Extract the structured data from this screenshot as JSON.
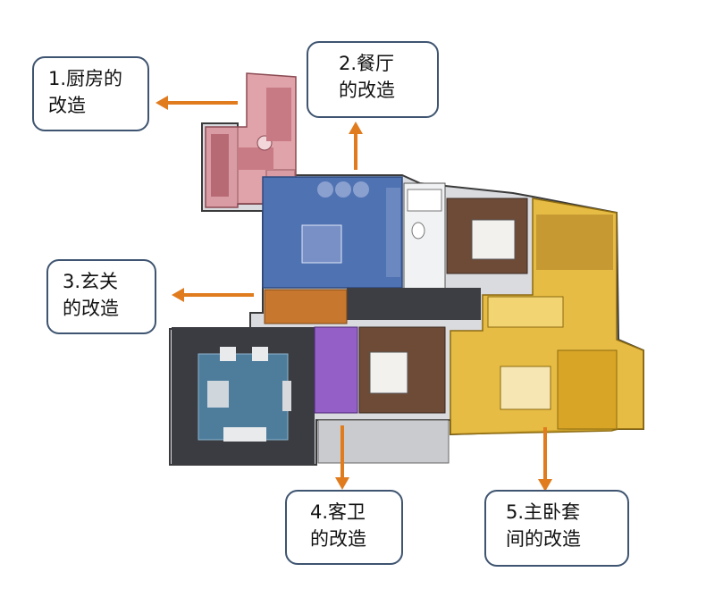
{
  "callouts": [
    {
      "id": "kitchen",
      "line1": "1.厨房的",
      "line2": "改造"
    },
    {
      "id": "dining",
      "line1": "2.餐厅",
      "line2": "的改造"
    },
    {
      "id": "entrance",
      "line1": "3.玄关",
      "line2": "的改造"
    },
    {
      "id": "guest-bath",
      "line1": "4.客卫",
      "line2": "的改造"
    },
    {
      "id": "master-suite",
      "line1": "5.主卧套",
      "line2": "间的改造"
    }
  ],
  "colors": {
    "arrow": "#e07b1e",
    "callout_border": "#3e5470",
    "kitchen": "#d98c95",
    "dining": "#4f72b3",
    "entrance": "#c7772e",
    "guest_bath": "#8c52c4",
    "master_suite": "#e8b62a",
    "living": "#4e7d9c",
    "floor_dark": "#3c3e44",
    "wood": "#6e4b37"
  }
}
